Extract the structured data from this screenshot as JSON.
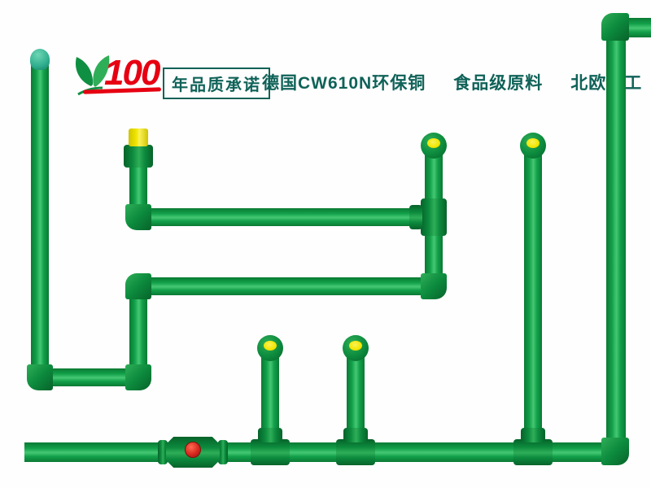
{
  "header": {
    "logo_number": "100",
    "logo_icon": "leaf-swoosh-icon",
    "tagline": "年品质承诺",
    "features": [
      "德国CW610N环保铜",
      "食品级原料",
      "北欧化工"
    ]
  },
  "diagram": {
    "description": "Green PPR water-pipe network with elbow and tee fittings, yellow end caps, a teal-capped riser and a red-handled valve on the bottom run"
  },
  "colors": {
    "pipe_green": "#12a04a",
    "pipe_dark": "#0a7a33",
    "pipe_light": "#46c873",
    "fit_green": "#0c8a3d",
    "fit_dark": "#07632a",
    "fit_light": "#2fae58",
    "cap_yellow": "#f2e600",
    "cap_teal": "#2fae8e",
    "text_green": "#0f6258",
    "logo_red": "#e60012",
    "valve_red": "#d6281e"
  }
}
